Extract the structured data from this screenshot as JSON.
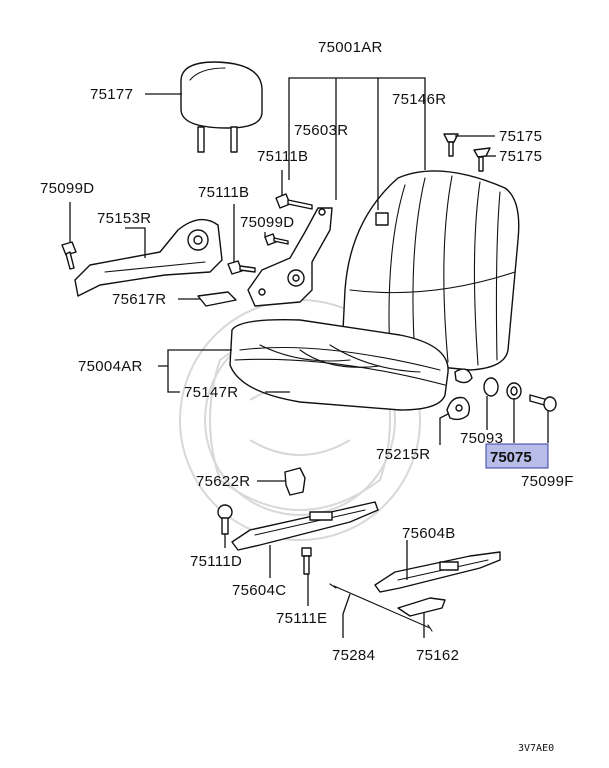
{
  "diagram_code": "3V7AE0",
  "highlight_color": "#b7bde8",
  "labels": {
    "p75001AR": "75001AR",
    "p75177": "75177",
    "p75146R": "75146R",
    "p75603R": "75603R",
    "p75175a": "75175",
    "p75175b": "75175",
    "p75111B_a": "75111B",
    "p75099D_a": "75099D",
    "p75111B_b": "75111B",
    "p75153R": "75153R",
    "p75099D_b": "75099D",
    "p75617R": "75617R",
    "p75004AR": "75004AR",
    "p75147R": "75147R",
    "p75215R": "75215R",
    "p75093": "75093",
    "p75075": "75075",
    "p75099F": "75099F",
    "p75622R": "75622R",
    "p75111D": "75111D",
    "p75604B": "75604B",
    "p75604C": "75604C",
    "p75111E": "75111E",
    "p75284": "75284",
    "p75162": "75162"
  }
}
